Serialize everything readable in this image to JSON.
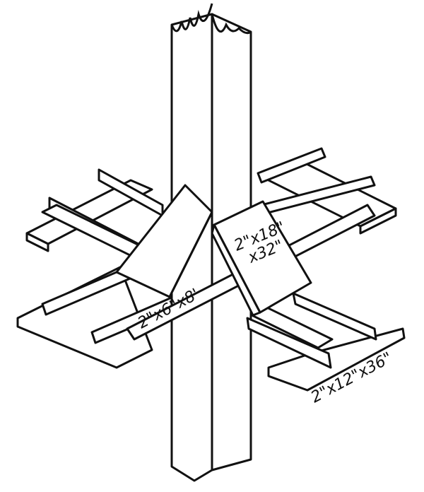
{
  "labels": {
    "beam": "2\"x6\"x8'",
    "brace_line1": "2\"x18\"",
    "brace_line2": "x32\"",
    "pad": "2\"x12\"x36\""
  },
  "colors": {
    "ink": "#111111",
    "paper": "#ffffff"
  }
}
